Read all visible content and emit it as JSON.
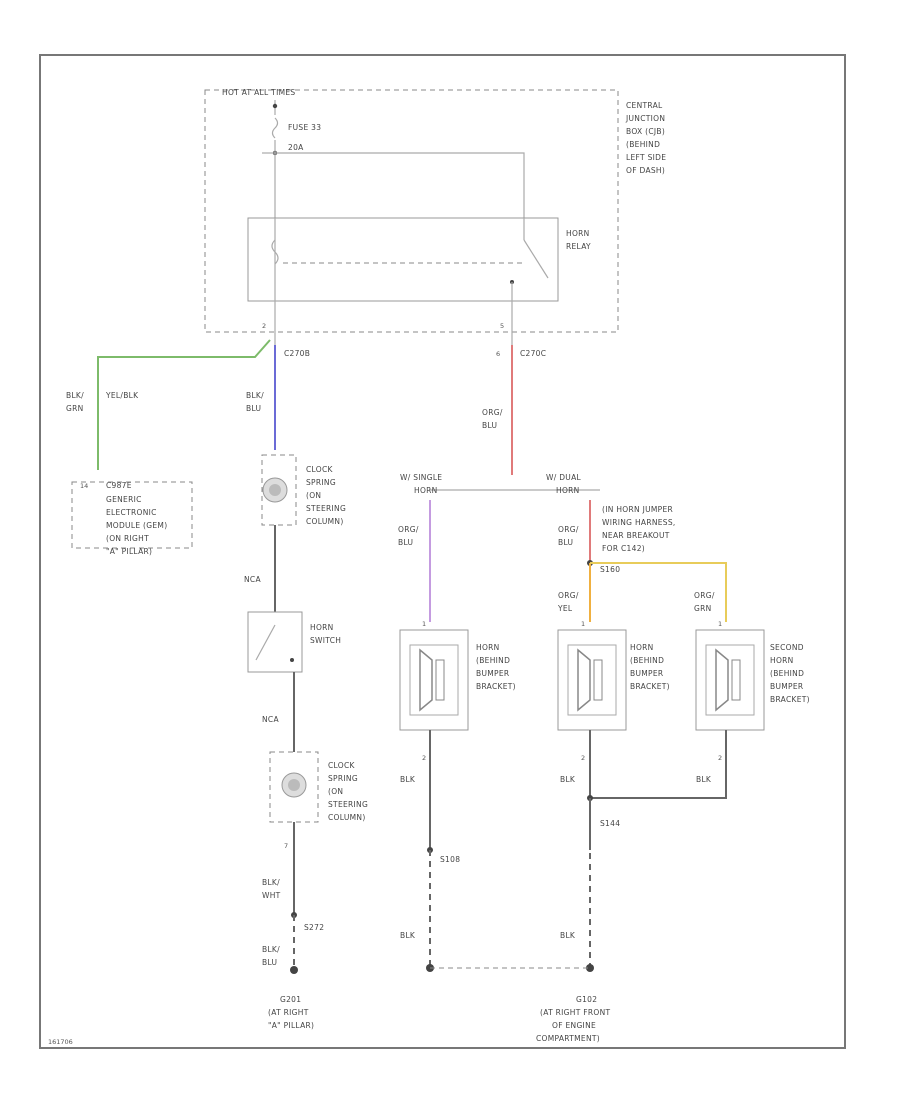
{
  "colors": {
    "green": "#7dbb6a",
    "blue": "#6b6bd6",
    "red": "#e07a7a",
    "purple": "#c49be0",
    "yellow": "#e8cc5a",
    "orange": "#f0b040"
  },
  "labels": {
    "hot_at_all_times": "HOT AT ALL TIMES",
    "fuse": "FUSE 33",
    "fuse_rating": "20A",
    "central_junction_box": [
      "CENTRAL",
      "JUNCTION",
      "BOX (CJB)",
      "(BEHIND",
      "LEFT SIDE",
      "OF DASH)"
    ],
    "horn_relay": [
      "HORN",
      "RELAY"
    ],
    "pin_c2": "2",
    "pin_c5": "5",
    "pin_c6": "6",
    "conn_c270b": "C270B",
    "conn_c270c": "C270C",
    "blk_ylw_grn_wire": "BLK/",
    "wire_grn": "GRN",
    "wire_ylw_blk": "YEL/BLK",
    "wire_blk_blu": [
      "BLK/",
      "BLU"
    ],
    "wire_org_blu_top": [
      "ORG/",
      "BLU"
    ],
    "gem_pin": "14",
    "gem_conn": "C987E",
    "gem_label": [
      "GENERIC",
      "ELECTRONIC",
      "MODULE (GEM)",
      "(ON RIGHT",
      "\"A\" PILLAR)"
    ],
    "clock_spring_top": [
      "CLOCK",
      "SPRING",
      "(ON",
      "STEERING",
      "COLUMN)"
    ],
    "wire_nca_top": "NCA",
    "horn_switch": [
      "HORN",
      "SWITCH"
    ],
    "wire_nca_bottom": "NCA",
    "clock_spring_bottom": [
      "CLOCK",
      "SPRING",
      "(ON",
      "STEERING",
      "COLUMN)"
    ],
    "pin_bottom_7": "7",
    "wire_blk_wht": [
      "BLK/",
      "WHT"
    ],
    "splice_s272": "S272",
    "wire_blk_blu_bottom": [
      "BLK/",
      "BLU"
    ],
    "ground_g201": [
      "G201",
      "(AT RIGHT",
      "\"A\" PILLAR)"
    ],
    "w_single_horn": [
      "W/ SINGLE",
      "HORN"
    ],
    "w_dual_horn": [
      "W/ DUAL",
      "HORN"
    ],
    "wire_org_blu_left": [
      "ORG/",
      "BLU"
    ],
    "wire_org_blu_mid": [
      "ORG/",
      "BLU"
    ],
    "jumper_note": [
      "(IN HORN JUMPER",
      "WIRING HARNESS,",
      "NEAR BREAKOUT",
      "FOR C142)"
    ],
    "splice_s160": "S160",
    "wire_org_yel": [
      "ORG/",
      "YEL"
    ],
    "wire_org_grn": [
      "ORG/",
      "GRN"
    ],
    "horn_left": [
      "HORN",
      "(BEHIND",
      "BUMPER",
      "BRACKET)"
    ],
    "horn_mid": [
      "HORN",
      "(BEHIND",
      "BUMPER",
      "BRACKET)"
    ],
    "horn_right": [
      "SECOND",
      "HORN",
      "(BEHIND",
      "BUMPER",
      "BRACKET)"
    ],
    "pin_horn_1": "1",
    "pin_horn_2": "2",
    "wire_blk_left": "BLK",
    "wire_blk_mid": "BLK",
    "wire_blk_right": "BLK",
    "splice_s108": "S108",
    "splice_s144": "S144",
    "wire_blk_left_low": "BLK",
    "wire_blk_mid_low": "BLK",
    "ground_g102": [
      "G102",
      "(AT RIGHT FRONT",
      "OF ENGINE",
      "COMPARTMENT)"
    ],
    "figure_id": "161706"
  }
}
